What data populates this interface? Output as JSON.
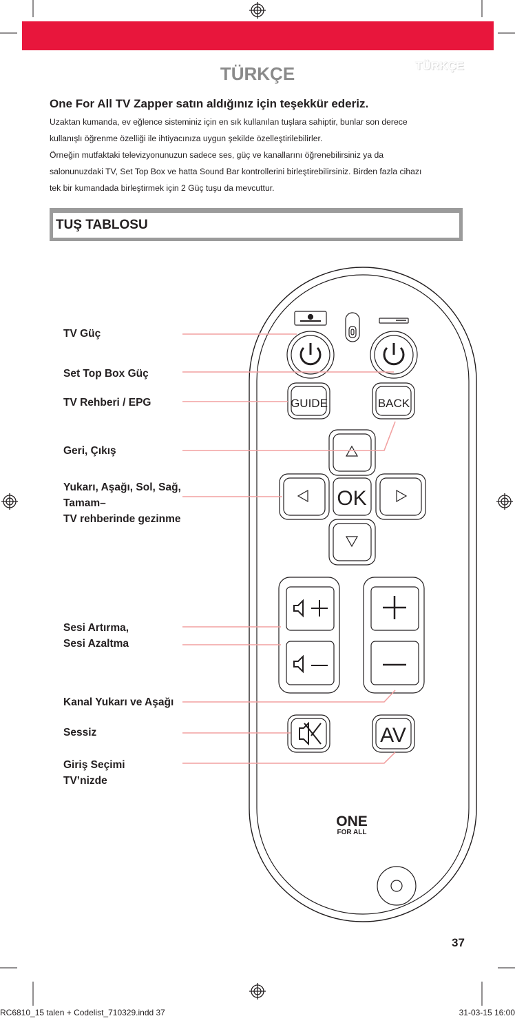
{
  "header": {
    "lang_tag": "TÜRKÇE",
    "title": "TÜRKÇE"
  },
  "intro": {
    "heading": "One For All TV Zapper satın aldığınız için teşekkür ederiz.",
    "paragraph_lines": [
      "Uzaktan kumanda, ev eğlence sisteminiz için en sık kullanılan tuşlara sahiptir, bunlar son derece",
      "kullanışlı öğrenme özelliği ile ihtiyacınıza uygun şekilde özelleştirilebilirler.",
      "Örneğin mutfaktaki televizyonunuzun sadece ses, güç ve kanallarını öğrenebilirsiniz ya da",
      "salonunuzdaki TV, Set Top Box ve hatta Sound Bar kontrollerini birleştirebilirsiniz. Birden fazla cihazı",
      "tek bir kumandada birleştirmek için 2 Güç tuşu da mevcuttur."
    ]
  },
  "section": {
    "title": "TUŞ TABLOSU"
  },
  "labels": {
    "tv_power": "TV Güç",
    "stb_power": "Set Top Box Güç",
    "guide": "TV Rehberi / EPG",
    "back": "Geri, Çıkış",
    "nav_1": "Yukarı, Aşağı, Sol, Sağ,",
    "nav_2": "Tamam–",
    "nav_3": "TV rehberinde gezinme",
    "vol_1": "Sesi Artırma,",
    "vol_2": "Sesi Azaltma",
    "channel": "Kanal Yukarı ve Aşağı",
    "mute": "Sessiz",
    "input_1": "Giriş Seçimi",
    "input_2": "TV’nizde"
  },
  "remote": {
    "guide_label": "GUIDE",
    "back_label": "BACK",
    "ok_label": "OK",
    "av_label": "AV",
    "brand_top": "ONE",
    "brand_bottom": "FOR ALL"
  },
  "footer": {
    "page_number": "37",
    "slug_left": "RC6810_15 talen + Codelist_710329.indd   37",
    "slug_right": "31-03-15   16:00"
  },
  "colors": {
    "accent_red": "#e8163c",
    "callout_line": "#f2a1a1",
    "section_gray": "#9b9b9b"
  }
}
